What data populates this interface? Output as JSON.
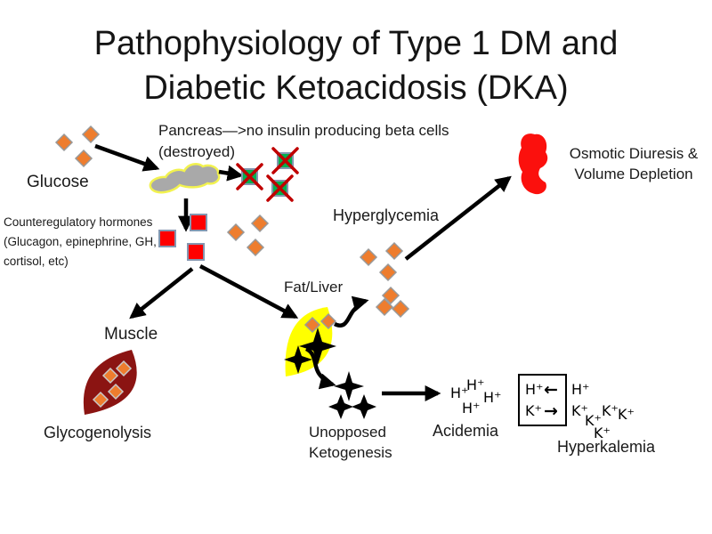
{
  "title": {
    "line1": "Pathophysiology of Type 1 DM and",
    "line2": "Diabetic Ketoacidosis (DKA)"
  },
  "labels": {
    "glucose": "Glucose",
    "pancreas_line1": "Pancreas—>no insulin producing beta cells",
    "pancreas_line2": "(destroyed)",
    "counterregulatory_line1": "Counteregulatory hormones",
    "counterregulatory_line2": "(Glucagon, epinephrine, GH,",
    "counterregulatory_line3": "cortisol, etc)",
    "hyperglycemia": "Hyperglycemia",
    "osmotic_line1": "Osmotic Diuresis &",
    "osmotic_line2": "Volume Depletion",
    "fat_liver": "Fat/Liver",
    "muscle": "Muscle",
    "glycogenolysis": "Glycogenolysis",
    "unopposed_line1": "Unopposed",
    "unopposed_line2": "Ketogenesis",
    "acidemia": "Acidemia",
    "hyperkalemia": "Hyperkalemia"
  },
  "ions": {
    "acidemia": [
      "H⁺",
      "H⁺",
      "H⁺",
      "H⁺"
    ],
    "exchange_box_inside": [
      "H⁺",
      "K⁺"
    ],
    "exchange_outside": [
      "H⁺",
      "K⁺",
      "K⁺",
      "K⁺",
      "K⁺",
      "K⁺"
    ]
  },
  "icons": {
    "h_into_cell_arrow": "←",
    "k_out_of_cell_arrow": "→",
    "glucose_molecule": "orange-diamond",
    "hormone_molecule": "red-square",
    "destroyed_beta_cell": "green-square-red-x",
    "ketone_body": "black-four-point-star"
  },
  "colors": {
    "glucose_orange": "#EE7D2E",
    "hormone_red": "#FF0000",
    "beta_cell_green": "#00B050",
    "x_mark_red": "#C00000",
    "pancreas_gray": "#A9A9A9",
    "pancreas_outline_yellow": "#F2F24F",
    "kidney_red": "#FB100D",
    "muscle_dark_red": "#8B1412",
    "fat_liver_yellow": "#FFFF00",
    "arrow_black": "#000000"
  }
}
